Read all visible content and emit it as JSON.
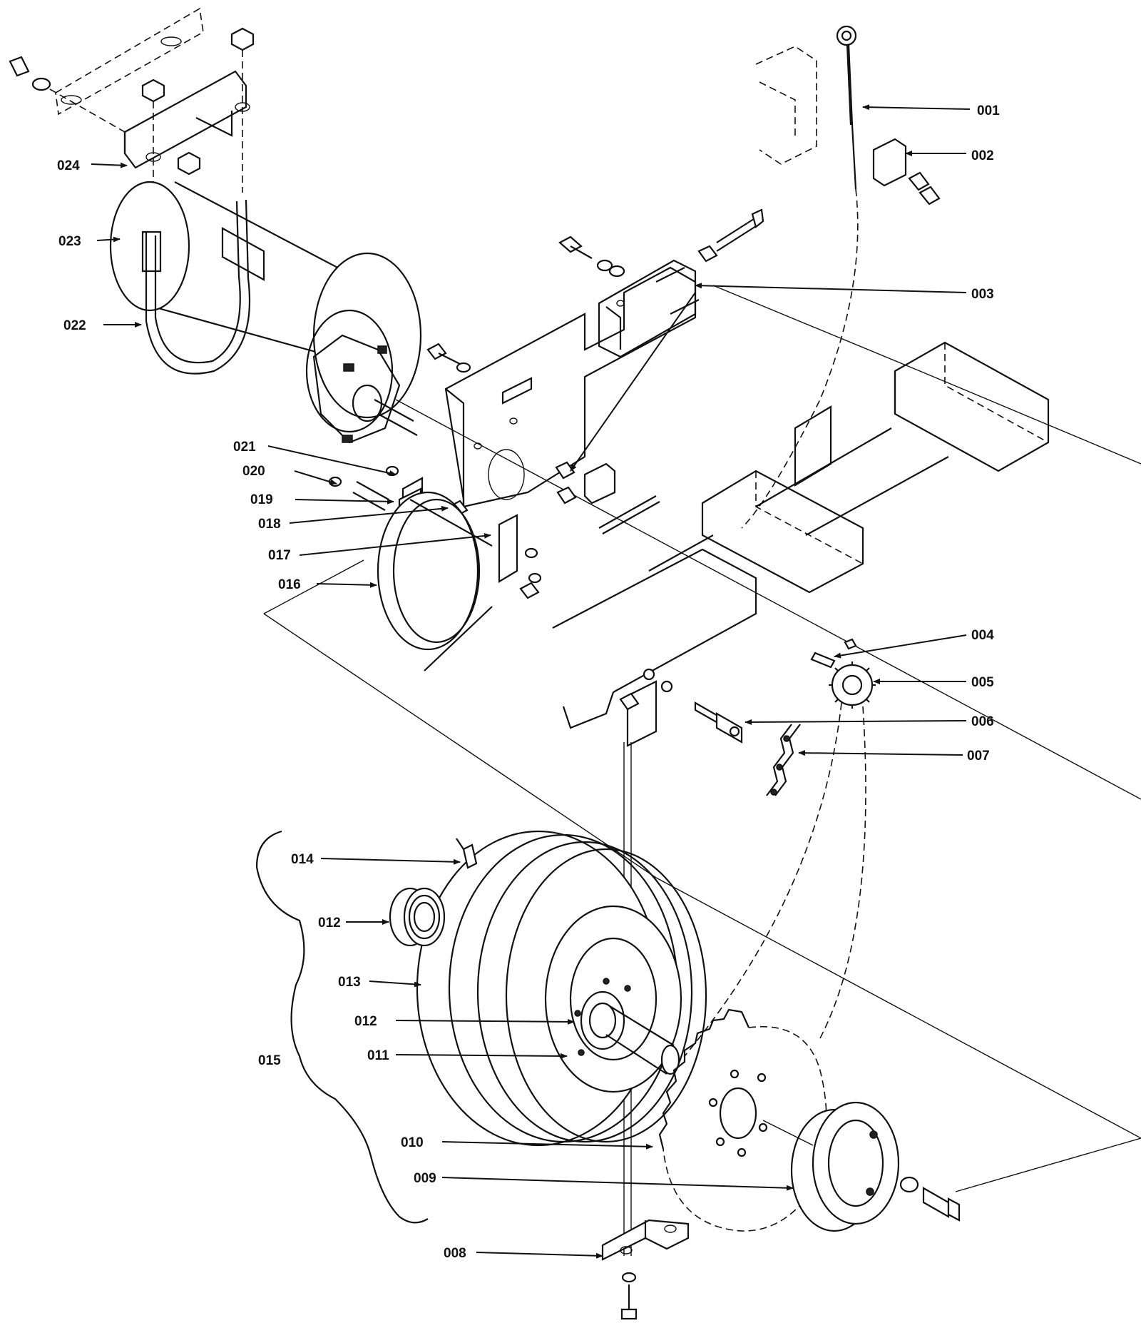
{
  "diagram": {
    "labels": [
      {
        "id": "001",
        "text": "001"
      },
      {
        "id": "002",
        "text": "002"
      },
      {
        "id": "003",
        "text": "003"
      },
      {
        "id": "004",
        "text": "004"
      },
      {
        "id": "005",
        "text": "005"
      },
      {
        "id": "006",
        "text": "006"
      },
      {
        "id": "007",
        "text": "007"
      },
      {
        "id": "008",
        "text": "008"
      },
      {
        "id": "009",
        "text": "009"
      },
      {
        "id": "010",
        "text": "010"
      },
      {
        "id": "011",
        "text": "011"
      },
      {
        "id": "012a",
        "text": "012"
      },
      {
        "id": "012b",
        "text": "012"
      },
      {
        "id": "013",
        "text": "013"
      },
      {
        "id": "014",
        "text": "014"
      },
      {
        "id": "015",
        "text": "015"
      },
      {
        "id": "016",
        "text": "016"
      },
      {
        "id": "017",
        "text": "017"
      },
      {
        "id": "018",
        "text": "018"
      },
      {
        "id": "019",
        "text": "019"
      },
      {
        "id": "020",
        "text": "020"
      },
      {
        "id": "021",
        "text": "021"
      },
      {
        "id": "022",
        "text": "022"
      },
      {
        "id": "023",
        "text": "023"
      },
      {
        "id": "024",
        "text": "024"
      }
    ]
  }
}
